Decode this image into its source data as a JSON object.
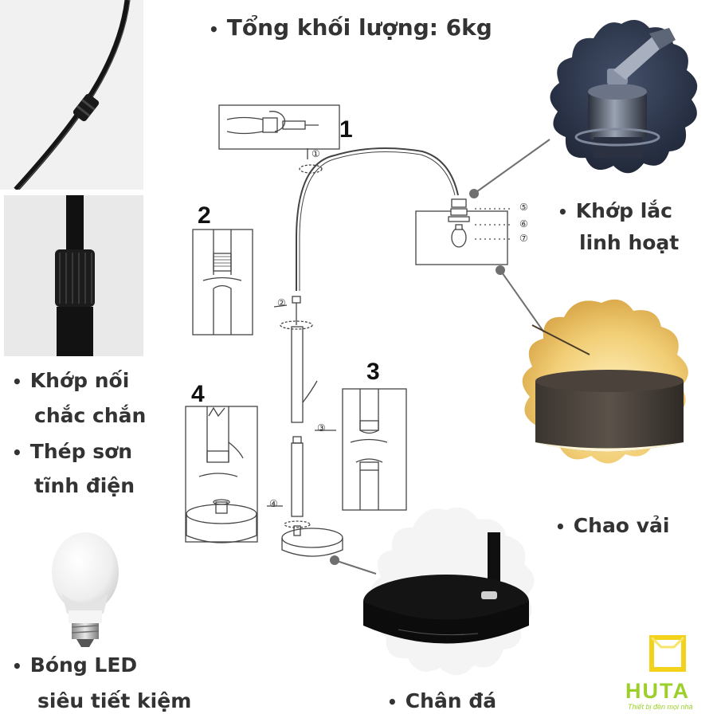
{
  "labels": {
    "weight": "Tổng khối lượng: 6kg",
    "joint_flex_1": "Khớp lắc",
    "joint_flex_2": "linh hoạt",
    "joint_connect_1": "Khớp nối",
    "joint_connect_2": "chắc chắn",
    "steel_1": "Thép sơn",
    "steel_2": "tĩnh điện",
    "shade": "Chao vải",
    "led_1": "Bóng LED",
    "led_2": "siêu tiết kiệm",
    "base": "Chân đá"
  },
  "steps": {
    "s1": "1",
    "s2": "2",
    "s3": "3",
    "s4": "4",
    "c1": "①",
    "c2": "②",
    "c3": "③",
    "c4": "④",
    "c5": "⑤",
    "c6": "⑥",
    "c7": "⑦"
  },
  "brand": {
    "name": "HUTA",
    "slogan": "Thiết bị đèn mọi nhà"
  },
  "bullet": "•",
  "colors": {
    "brand_green": "#9ccf2a",
    "brand_yellow": "#f2d21b",
    "lamp_black": "#141414"
  }
}
